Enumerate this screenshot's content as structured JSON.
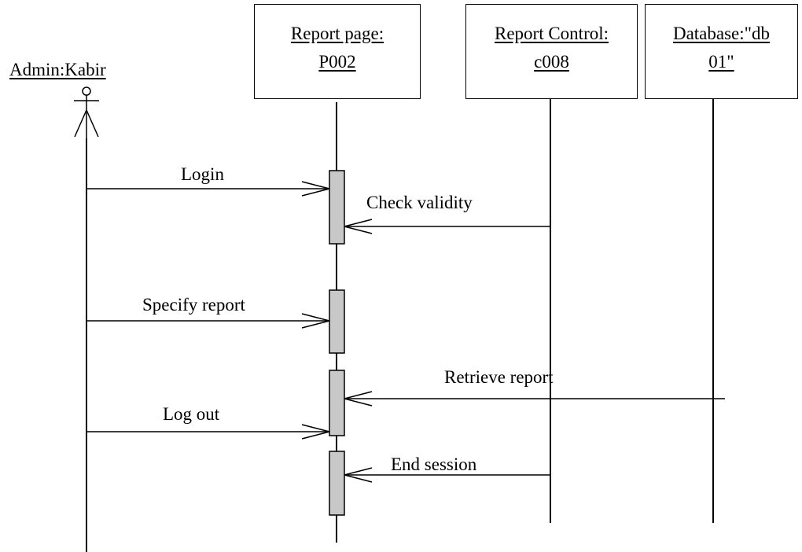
{
  "actor": {
    "name": "Admin:Kabir"
  },
  "objects": [
    {
      "line1": "Report  page:",
      "line2": "P002"
    },
    {
      "line1": "Report Control:",
      "line2": "c008"
    },
    {
      "line1": "Database:\"db",
      "line2": "01\""
    }
  ],
  "messages": [
    {
      "label": "Login"
    },
    {
      "label": "Check validity"
    },
    {
      "label": "Specify report"
    },
    {
      "label": "Retrieve report"
    },
    {
      "label": "Log out"
    },
    {
      "label": "End session"
    }
  ],
  "colors": {
    "line": "#000000",
    "activation": "#c8c8c8"
  }
}
